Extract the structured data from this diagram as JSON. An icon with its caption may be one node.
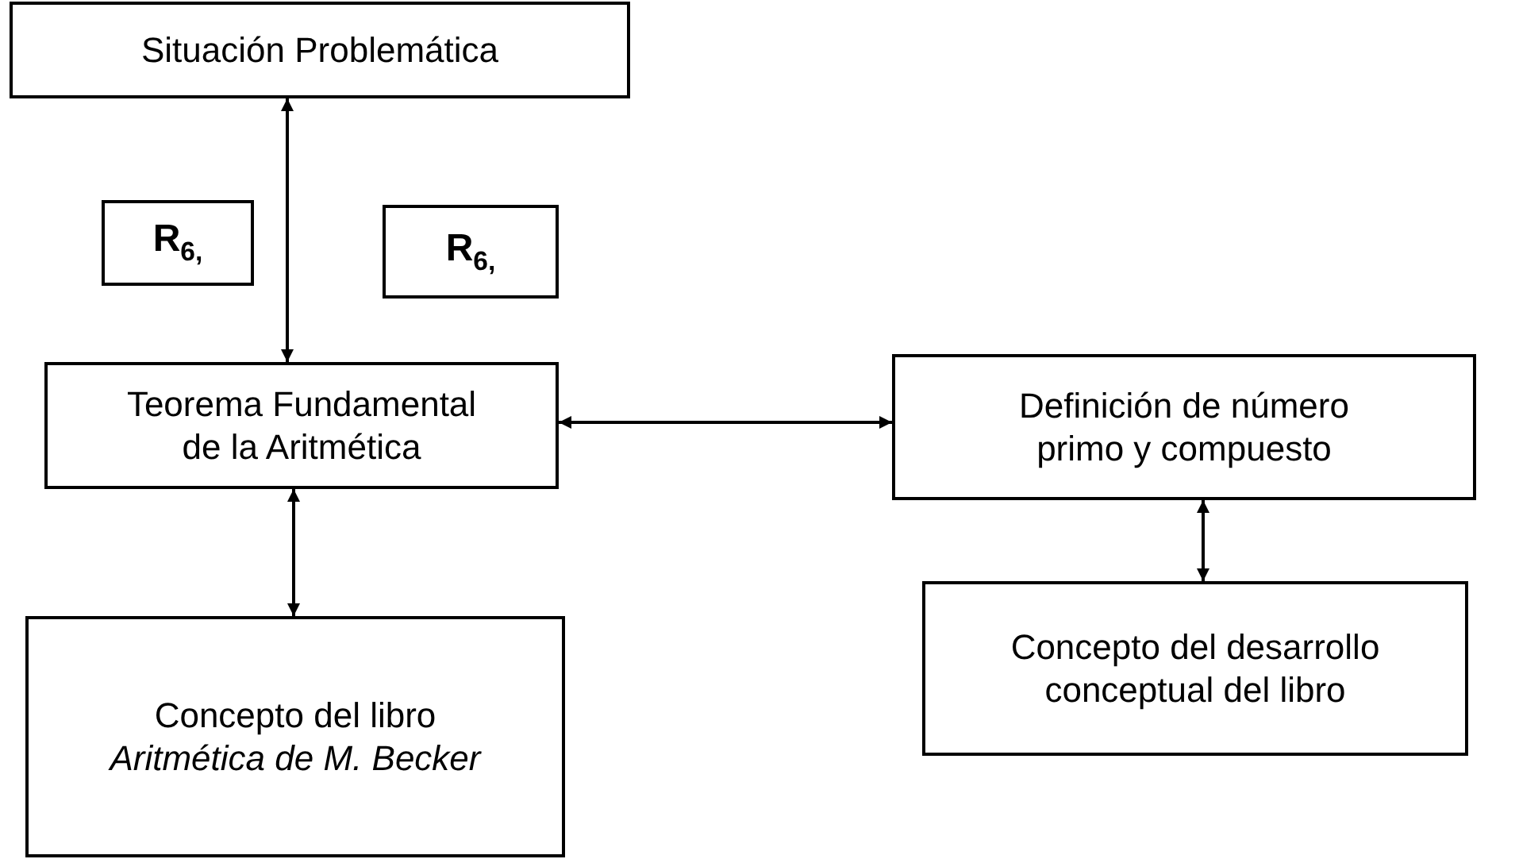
{
  "diagram": {
    "nodes": [
      {
        "text": [
          "Situación Problemática"
        ]
      },
      {
        "text": [
          "R$_{6,}$"
        ]
      },
      {
        "text": [
          "R$_{6,}$"
        ]
      },
      {
        "text": [
          "Teorema Fundamental de la Aritmética"
        ]
      },
      {
        "text": [
          "Definición de número primo y compuesto"
        ]
      },
      {
        "text": [
          "Concepto del libro *Aritmética de M. Becker*"
        ]
      },
      {
        "text": [
          "Concepto del desarrollo conceptual del libro"
        ]
      }
    ],
    "edges": [
      {
        "from": 0,
        "to": 3,
        "arrow": "both"
      },
      {
        "from": 3,
        "to": 4,
        "arrow": "both"
      },
      {
        "from": 3,
        "to": 5,
        "arrow": "both"
      },
      {
        "from": 4,
        "to": 6,
        "arrow": "both"
      }
    ]
  }
}
